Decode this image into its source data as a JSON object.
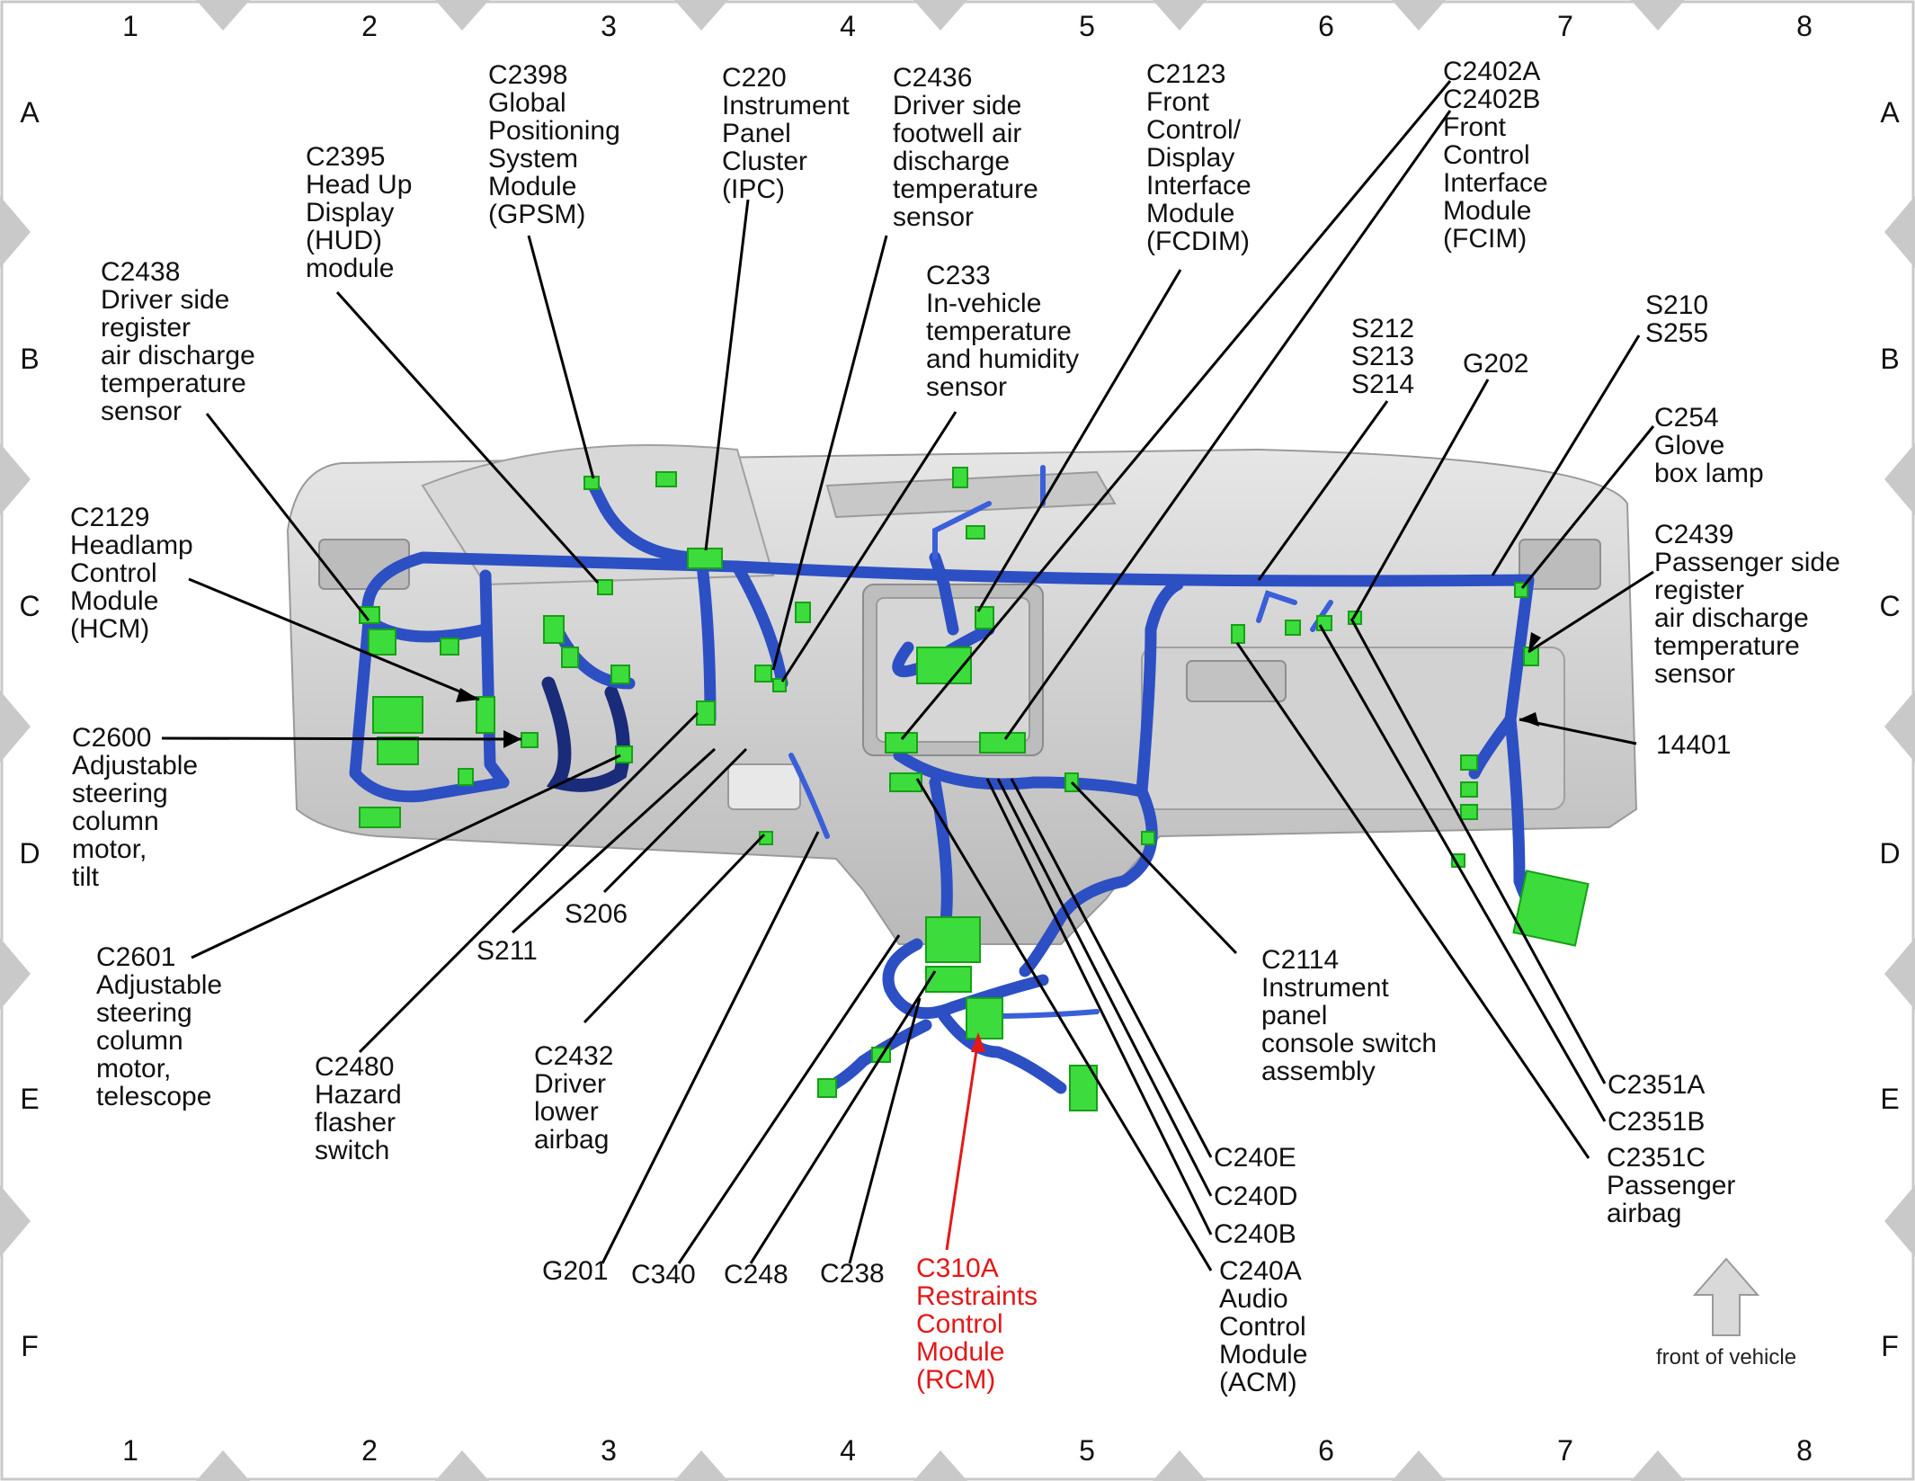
{
  "grid": {
    "columns": [
      "1",
      "2",
      "3",
      "4",
      "5",
      "6",
      "7",
      "8"
    ],
    "rows": [
      "A",
      "B",
      "C",
      "D",
      "E",
      "F"
    ]
  },
  "callouts": [
    {
      "id": "c2438",
      "lines": [
        "C2438",
        "Driver side",
        "register",
        "air discharge",
        "temperature",
        "sensor"
      ]
    },
    {
      "id": "c2395",
      "lines": [
        "C2395",
        "Head Up",
        "Display",
        "(HUD)",
        "module"
      ]
    },
    {
      "id": "c2398",
      "lines": [
        "C2398",
        "Global",
        "Positioning",
        "System",
        "Module",
        "(GPSM)"
      ]
    },
    {
      "id": "c220",
      "lines": [
        "C220",
        "Instrument",
        "Panel",
        "Cluster",
        "(IPC)"
      ]
    },
    {
      "id": "c2436",
      "lines": [
        "C2436",
        "Driver side",
        "footwell air",
        "discharge",
        "temperature",
        "sensor"
      ]
    },
    {
      "id": "c233",
      "lines": [
        "C233",
        "In-vehicle",
        "temperature",
        "and humidity",
        "sensor"
      ]
    },
    {
      "id": "c2123",
      "lines": [
        "C2123",
        "Front",
        "Control/",
        "Display",
        "Interface",
        "Module",
        "(FCDIM)"
      ]
    },
    {
      "id": "c2402",
      "lines": [
        "C2402A",
        "C2402B",
        "Front",
        "Control",
        "Interface",
        "Module",
        "(FCIM)"
      ]
    },
    {
      "id": "s212",
      "lines": [
        "S212",
        "S213",
        "S214"
      ]
    },
    {
      "id": "g202",
      "lines": [
        "G202"
      ]
    },
    {
      "id": "s210",
      "lines": [
        "S210",
        "S255"
      ]
    },
    {
      "id": "c254",
      "lines": [
        "C254",
        "Glove",
        "box lamp"
      ]
    },
    {
      "id": "c2439",
      "lines": [
        "C2439",
        "Passenger side",
        "register",
        "air discharge",
        "temperature",
        "sensor"
      ]
    },
    {
      "id": "c2129",
      "lines": [
        "C2129",
        "Headlamp",
        "Control",
        "Module",
        "(HCM)"
      ]
    },
    {
      "id": "c2600",
      "lines": [
        "C2600",
        "Adjustable",
        "steering",
        "column",
        "motor,",
        "tilt"
      ]
    },
    {
      "id": "n14401",
      "lines": [
        "14401"
      ]
    },
    {
      "id": "c2601",
      "lines": [
        "C2601",
        "Adjustable",
        "steering",
        "column",
        "motor,",
        "telescope"
      ]
    },
    {
      "id": "s211",
      "lines": [
        "S211"
      ]
    },
    {
      "id": "s206",
      "lines": [
        "S206"
      ]
    },
    {
      "id": "c2480",
      "lines": [
        "C2480",
        "Hazard",
        "flasher",
        "switch"
      ]
    },
    {
      "id": "c2432",
      "lines": [
        "C2432",
        "Driver",
        "lower",
        "airbag"
      ]
    },
    {
      "id": "c2114",
      "lines": [
        "C2114",
        "Instrument",
        "panel",
        "console switch",
        "assembly"
      ]
    },
    {
      "id": "c2351a",
      "lines": [
        "C2351A"
      ]
    },
    {
      "id": "c2351b",
      "lines": [
        "C2351B"
      ]
    },
    {
      "id": "c2351c",
      "lines": [
        "C2351C",
        "Passenger",
        "airbag"
      ]
    },
    {
      "id": "c240e",
      "lines": [
        "C240E"
      ]
    },
    {
      "id": "c240d",
      "lines": [
        "C240D"
      ]
    },
    {
      "id": "c240b",
      "lines": [
        "C240B"
      ]
    },
    {
      "id": "c240a",
      "lines": [
        "C240A",
        "Audio",
        "Control",
        "Module",
        "(ACM)"
      ]
    },
    {
      "id": "g201",
      "lines": [
        "G201"
      ]
    },
    {
      "id": "c340",
      "lines": [
        "C340"
      ]
    },
    {
      "id": "c248",
      "lines": [
        "C248"
      ]
    },
    {
      "id": "c238",
      "lines": [
        "C238"
      ]
    },
    {
      "id": "c310a",
      "lines": [
        "C310A",
        "Restraints",
        "Control",
        "Module",
        "(RCM)"
      ],
      "highlight": "#e41818"
    }
  ],
  "front_label": "front of vehicle",
  "colors": {
    "harness": "#2c4fc4",
    "connector": "#3ddc3d",
    "highlight": "#e41818",
    "border": "#c9c9c9"
  }
}
